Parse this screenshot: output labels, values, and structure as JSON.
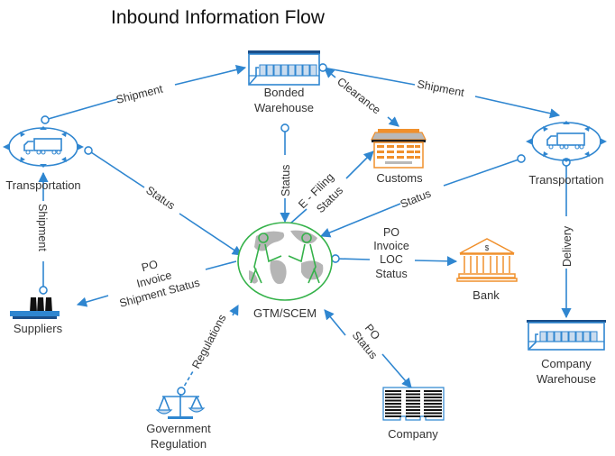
{
  "title": "Inbound Information Flow",
  "colors": {
    "edge": "#2f86d0",
    "hub": "#35b24a",
    "customs_bank": "#f0902c",
    "text": "#333333"
  },
  "nodes": {
    "bonded_warehouse": {
      "line1": "Bonded",
      "line2": "Warehouse",
      "icon": "warehouse-icon"
    },
    "transport_left": {
      "label": "Transportation",
      "icon": "truck-icon"
    },
    "transport_right": {
      "label": "Transportation",
      "icon": "truck-icon"
    },
    "customs": {
      "label": "Customs",
      "icon": "customs-building-icon"
    },
    "hub": {
      "label": "GTM/SCEM",
      "icon": "globe-handshake-icon"
    },
    "bank": {
      "label": "Bank",
      "icon": "bank-icon"
    },
    "suppliers": {
      "label": "Suppliers",
      "icon": "factory-icon"
    },
    "company_warehouse": {
      "line1": "Company",
      "line2": "Warehouse",
      "icon": "warehouse-icon"
    },
    "government": {
      "line1": "Government",
      "line2": "Regulation",
      "icon": "scales-icon"
    },
    "company": {
      "label": "Company",
      "icon": "office-building-icon"
    }
  },
  "edges": {
    "shipment_left_to_bonded": "Shipment",
    "clearance": "Clearance",
    "shipment_bonded_to_right": "Shipment",
    "status_left_transport": "Status",
    "status_bonded": "Status",
    "efiling": {
      "line1": "E - Filing",
      "line2": "Status"
    },
    "status_right_transport": "Status",
    "shipment_suppliers": "Shipment",
    "suppliers_msg": {
      "line1": "PO",
      "line2": "Invoice",
      "line3": "Shipment Status"
    },
    "bank_msg": {
      "line1": "PO",
      "line2": "Invoice",
      "line3": "LOC",
      "line4": "Status"
    },
    "delivery": "Delivery",
    "regulations": "Regulations",
    "company_msg": {
      "line1": "PO",
      "line2": "Status"
    }
  }
}
